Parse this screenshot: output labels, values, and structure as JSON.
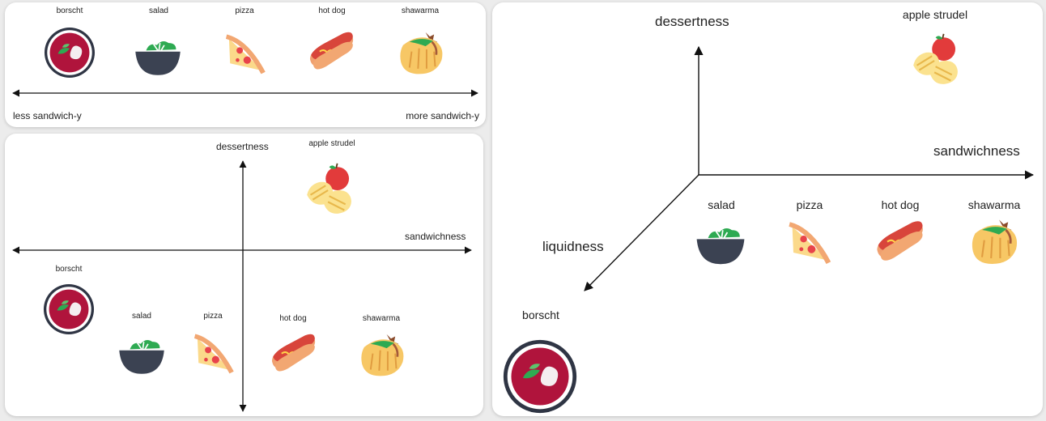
{
  "panel_a": {
    "left_label": "less sandwich-y",
    "right_label": "more sandwich-y",
    "foods": [
      "borscht",
      "salad",
      "pizza",
      "hot dog",
      "shawarma"
    ]
  },
  "panel_b": {
    "y_axis": "dessertness",
    "x_axis": "sandwichness",
    "foods": {
      "apple_strudel": "apple strudel",
      "borscht": "borscht",
      "salad": "salad",
      "pizza": "pizza",
      "hot_dog": "hot dog",
      "shawarma": "shawarma"
    }
  },
  "panel_c": {
    "y_axis": "dessertness",
    "x_axis": "sandwichness",
    "z_axis": "liquidness",
    "foods": {
      "apple_strudel": "apple strudel",
      "borscht": "borscht",
      "salad": "salad",
      "pizza": "pizza",
      "hot_dog": "hot dog",
      "shawarma": "shawarma"
    }
  },
  "icons": [
    "borscht-icon",
    "salad-icon",
    "pizza-icon",
    "hot-dog-icon",
    "shawarma-icon",
    "apple-strudel-icon"
  ],
  "colors": {
    "borscht": "#b0143c",
    "salad_bowl": "#3b4252",
    "pizza_crust": "#f2a772",
    "pizza_cheese": "#fbd98a",
    "pepperoni": "#e8434b",
    "sausage": "#d8453b",
    "bun": "#f0a070",
    "wrap": "#f7c765",
    "apple": "#e23b3b",
    "leaf": "#2eaa52"
  }
}
